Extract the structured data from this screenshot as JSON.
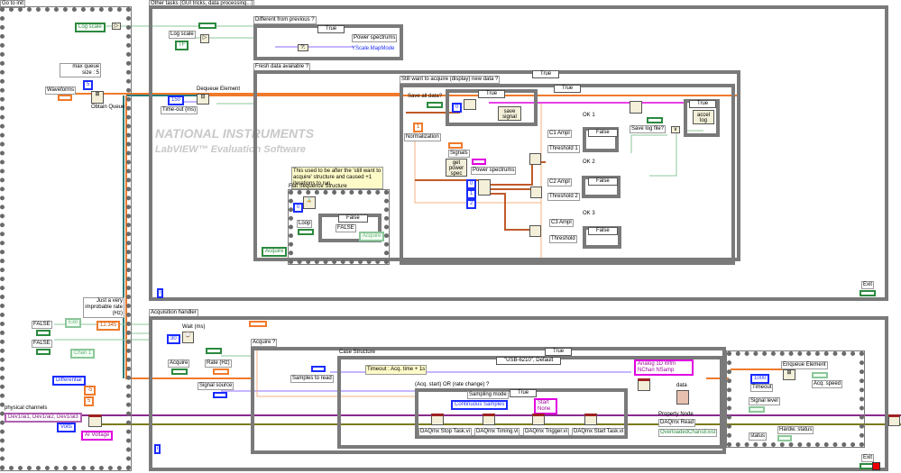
{
  "frames": {
    "go_to_init": "Go to init",
    "other_tasks": "Other tasks (GUI tricks, data processing...)",
    "different_from_previous": "Different from previous ?",
    "fresh_data": "Fresh data available ?",
    "still_want": "Still want to acquire (display) new data ?",
    "flat_sequence": "Flat Sequence Structure",
    "acq_handler": "Acquisition handler",
    "acquire_q": "Acquire ?",
    "case_structure": "Case Structure",
    "acq_start_or": "(Acq. start) OR (rate change) ?",
    "property_node": "Property Node"
  },
  "selectors": {
    "diff_true": "True",
    "fresh_true": "True",
    "still_true": "True",
    "save_true": "True",
    "log_true": "True",
    "ok1": "False",
    "ok2": "False",
    "ok3": "False",
    "flat_false": "False",
    "acquire_true": "True",
    "usb": "\"USB-6210\", Default",
    "acq_start_true": "True"
  },
  "left": {
    "log_scale": "Log scale",
    "max_queue": "max queue size : 5",
    "five": "5",
    "waveforms": "Waveforms",
    "obtain_queue": "Obtain Queue",
    "just_very": "Just a very improbable rate (Hz)",
    "rate_val": "12.345",
    "false1": "FALSE",
    "exit": "Exit",
    "false2": "FALSE",
    "chan1": "Chan 1",
    "differential": "Differential",
    "neg5": "-5",
    "pos5": "5",
    "physical_channels": "physical channels",
    "channels_val": "Dev1/ai1, Dev1/ai2, Dev1/ai3",
    "volts": "Volts",
    "ai_voltage": "AI Voltage"
  },
  "other": {
    "log_scale": "Log scale",
    "tf": "TF",
    "power_spectrums": "Power spectrums",
    "yscale": "YScale.MapMode",
    "dequeue": "Dequeue Element",
    "timeout_val": "150",
    "timeout_lbl": "Time-out (ms)",
    "save_all": "Save all data?",
    "zero": "0",
    "save_signal": "save signal",
    "normalization": "Normalization",
    "one": "1",
    "signals": "Signals",
    "get_power": "get power spec",
    "power_spectrums2": "Power spectrums",
    "c1": "C1 Ampl",
    "th1": "Threshold 1",
    "ok1": "OK 1",
    "c2": "C2 Ampl",
    "th2": "Threshold 2",
    "ok2": "OK 2",
    "c3": "C3 Ampl",
    "th3": "Threshold",
    "ok3": "OK 3",
    "save_log": "Save log file?",
    "accel_log": "accel log",
    "comment": "This used to be after the 'still want to acquire' structure and caused +1 iterations to run.",
    "loop": "Loop",
    "false": "FALSE",
    "acquire": "Acquire",
    "acquire2": "Acquire",
    "idx0": "0",
    "idx1": "1",
    "idx2": "2",
    "exit": "Exit",
    "i": "i"
  },
  "acq": {
    "wait": "Wait (ms)",
    "wait_val": "30",
    "acquire": "Acquire",
    "rate": "Rate (Hz)",
    "signal_source": "Signal source",
    "samples": "Samples to read",
    "timeout_cmt": "Timeout : Acq. time + 1s",
    "sampling_mode": "Sampling mode",
    "continuous": "Continuous Samples",
    "start_none": "Start None",
    "stop_task": "DAQmx Stop Task.vi",
    "timing": "DAQmx Timing.vi",
    "trigger": "DAQmx Trigger.vi",
    "start_task": "DAQmx Start Task.vi",
    "analog": "Analog 1D Wfm NChan NSamp",
    "data": "data",
    "daqmx_read": "DAQmx Read",
    "overloaded": "OverloadedChansExist",
    "enqueue": "Enqueue Element",
    "timeout_val": "1000",
    "timeout": "Timeout",
    "acq_speed": "Acq. speed",
    "signal_level": "Signal level",
    "status": "status",
    "hardw_status": "Hardw. status",
    "exit": "Exit",
    "i": "i"
  },
  "watermark": {
    "line1": "NATIONAL INSTRUMENTS",
    "line2": "LabVIEW™ Evaluation Software"
  },
  "colors": {
    "orange": "#f07a2a",
    "teal": "#2a7a7a",
    "purple": "#8a2a8a",
    "olive": "#7a7a1a",
    "green": "#8cc79a",
    "blue": "#6a6aff",
    "pink": "#e000e0"
  }
}
